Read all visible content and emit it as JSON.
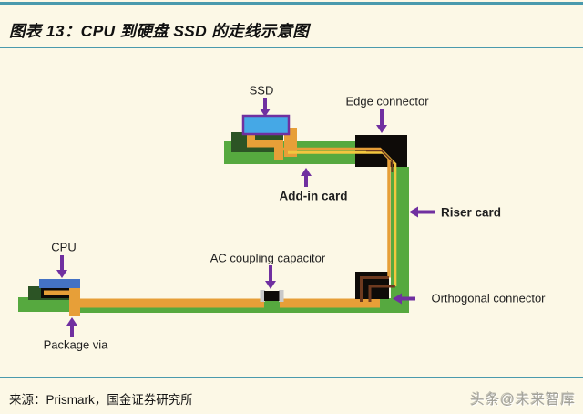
{
  "header": {
    "title": "图表 13：CPU 到硬盘 SSD 的走线示意图"
  },
  "diagram": {
    "labels": {
      "ssd": "SSD",
      "edge_connector": "Edge connector",
      "add_in_card": "Add-in card",
      "riser_card": "Riser card",
      "cpu": "CPU",
      "ac_coupling_capacitor": "AC coupling capacitor",
      "package_via": "Package via",
      "orthogonal_connector": "Orthogonal connector"
    },
    "colors": {
      "pcb_green": "#56A93F",
      "package_green": "#2C5425",
      "trace_orange": "#E79F38",
      "trace_yellow": "#F2C63F",
      "trace_brown": "#6E3A1F",
      "connector_black": "#0E0B08",
      "ssd_blue": "#45A8E6",
      "cpu_blue": "#4472C4",
      "capacitor_gray": "#C9C9C9",
      "arrow_purple": "#7030A0",
      "accent_teal": "#4A9AAD",
      "background_cream": "#FCF8E6"
    }
  },
  "footer": {
    "source": "来源：Prismark，国金证券研究所",
    "watermark": "头条@未来智库"
  }
}
